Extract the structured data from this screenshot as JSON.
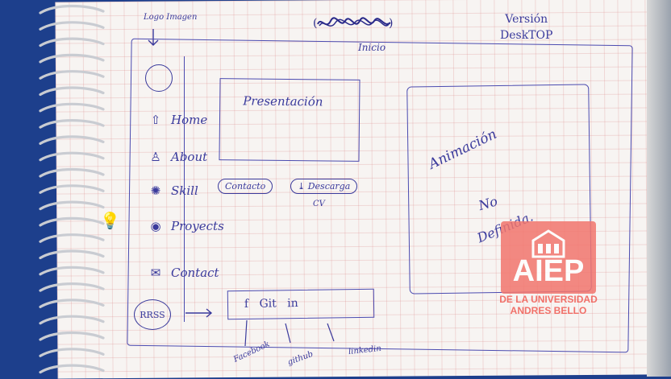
{
  "header": {
    "logo_label": "Logo Imagen",
    "scribble": "(Scribble)",
    "page_name": "Inicio",
    "version_line1": "Versión",
    "version_line2": "DeskTOP"
  },
  "sidebar": {
    "items": [
      {
        "label": "Home",
        "icon": "home-icon"
      },
      {
        "label": "About",
        "icon": "user-icon"
      },
      {
        "label": "Skill",
        "icon": "gear-icon"
      },
      {
        "label": "Proyects",
        "icon": "eye-icon"
      },
      {
        "label": "Contact",
        "icon": "mail-icon"
      }
    ],
    "rrss_label": "RRSS"
  },
  "main": {
    "presentation_label": "Presentación",
    "contact_button": "Contacto",
    "download_button": "Descarga",
    "download_sub": "CV",
    "animation_lines": [
      "Animación",
      "No",
      "Definida."
    ]
  },
  "social": {
    "bar_text": "f   Git   in",
    "labels": [
      "Facebook",
      "github",
      "linkedin"
    ]
  },
  "watermark": {
    "brand": "AIEP",
    "sub1": "DE LA UNIVERSIDAD",
    "sub2": "ANDRES BELLO"
  },
  "colors": {
    "ink": "#3a3a9c",
    "paper": "#f7f4f2",
    "background": "#1d3f8c",
    "brand": "#f05a52"
  }
}
